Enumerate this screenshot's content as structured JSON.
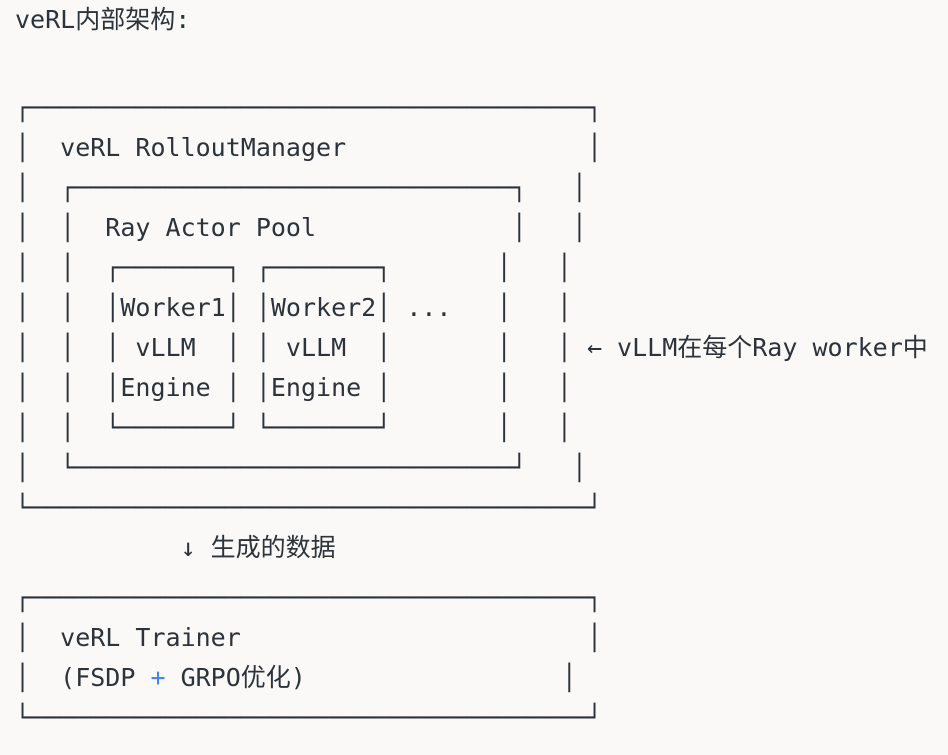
{
  "title": "veRL内部架构:",
  "colors": {
    "background": "#faf9f7",
    "ink": "#2d333b",
    "operator_blue": "#4285f4"
  },
  "rollout_diagram": {
    "outer_box_label": "veRL RolloutManager",
    "inner_box_label": "Ray Actor Pool",
    "workers": [
      {
        "lines": [
          "Worker1",
          "vLLM",
          "Engine"
        ]
      },
      {
        "lines": [
          "Worker2",
          "vLLM",
          "Engine"
        ]
      }
    ],
    "ellipsis": "...",
    "side_annotation": "← vLLM在每个Ray worker中",
    "bottom_annotation": "↓ 生成的数据",
    "ascii_lines": [
      "┌─────────────────────────────────────┐",
      "│  veRL RolloutManager                │",
      "│  ┌─────────────────────────────┐   │",
      "│  │  Ray Actor Pool             │   │",
      "│  │  ┌───────┐ ┌───────┐       │   │",
      "│  │  │Worker1│ │Worker2│ ...   │   │",
      "│  │  │ vLLM  │ │ vLLM  │       │   │ ← vLLM在每个Ray worker中",
      "│  │  │Engine │ │Engine │       │   │",
      "│  │  └───────┘ └───────┘       │   │",
      "│  └─────────────────────────────┘   │",
      "└─────────────────────────────────────┘",
      "           ↓ 生成的数据"
    ]
  },
  "trainer_diagram": {
    "box_label_line1": "veRL Trainer",
    "box_label_line2": "(FSDP + GRPO优化)",
    "highlight_char": "+",
    "ascii_lines": [
      "┌─────────────────────────────────────┐",
      "│  veRL Trainer                       │",
      "│  (FSDP + GRPO优化)                 │",
      "└─────────────────────────────────────┘"
    ]
  }
}
